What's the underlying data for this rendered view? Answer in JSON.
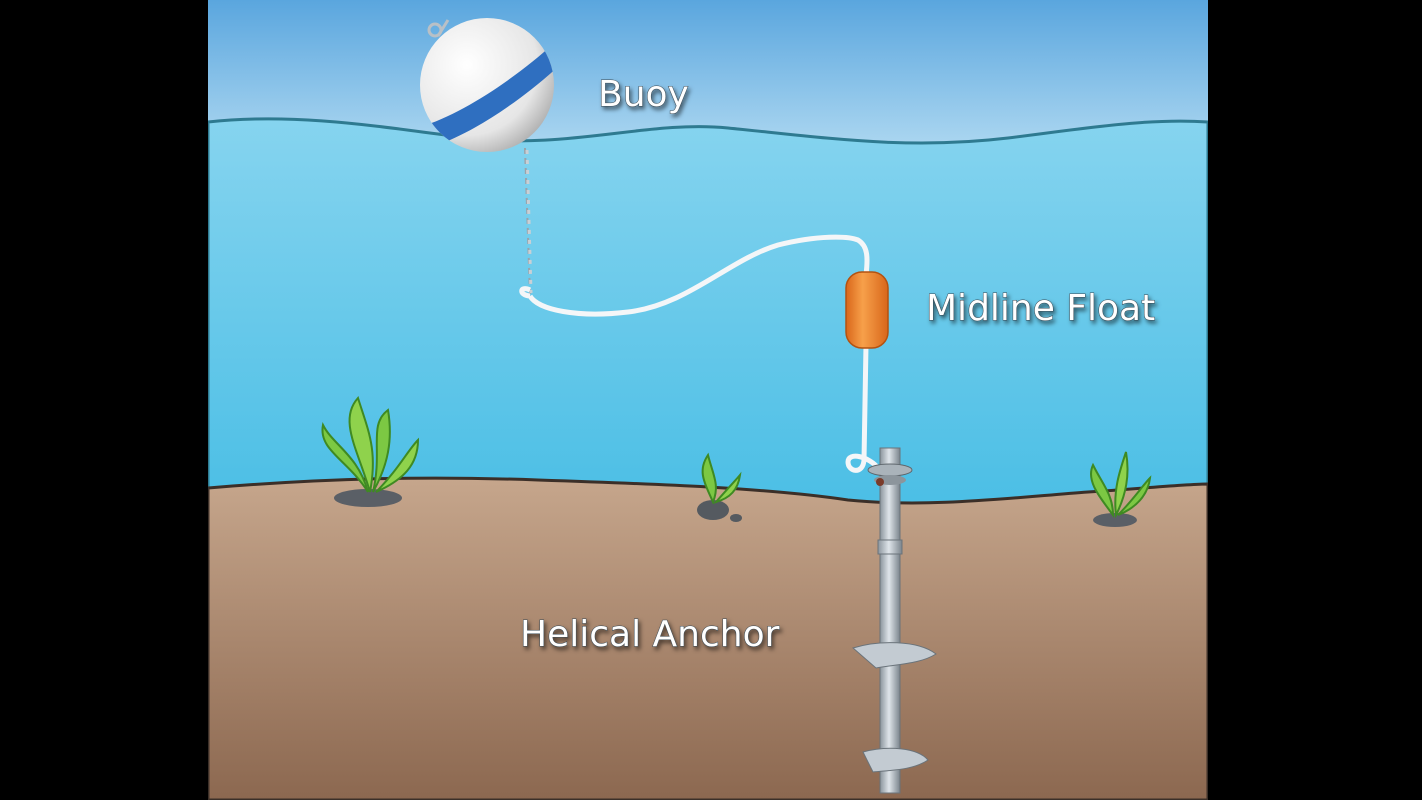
{
  "labels": {
    "buoy": "Buoy",
    "midline_float": "Midline Float",
    "helical_anchor": "Helical Anchor"
  },
  "colors": {
    "sky_top": "#5aa6de",
    "sky_bottom": "#b3dbf2",
    "water_top": "#86d4ef",
    "water_bottom": "#1eaede",
    "seabed_top": "#c6a68c",
    "seabed_bottom": "#8c6850",
    "float": "#f08a2a",
    "buoy_stripe": "#2f6fc0"
  }
}
